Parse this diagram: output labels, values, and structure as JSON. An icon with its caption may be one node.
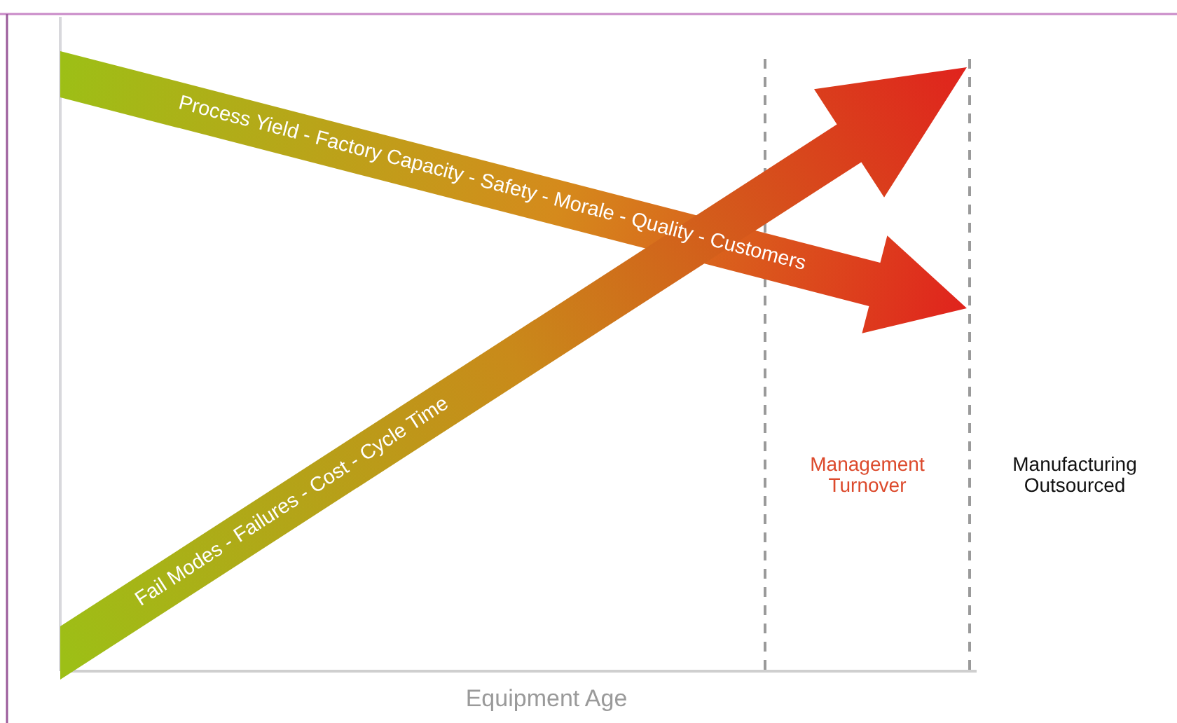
{
  "diagram": {
    "labels": [
      "Process Yield - Factory Capacity - Safety - Morale - Quality - Customers",
      "Fail Modes - Failures - Cost - Cycle Time",
      "Management Turnover",
      "Manufacturing Outsourced",
      "Equipment Age"
    ]
  }
}
